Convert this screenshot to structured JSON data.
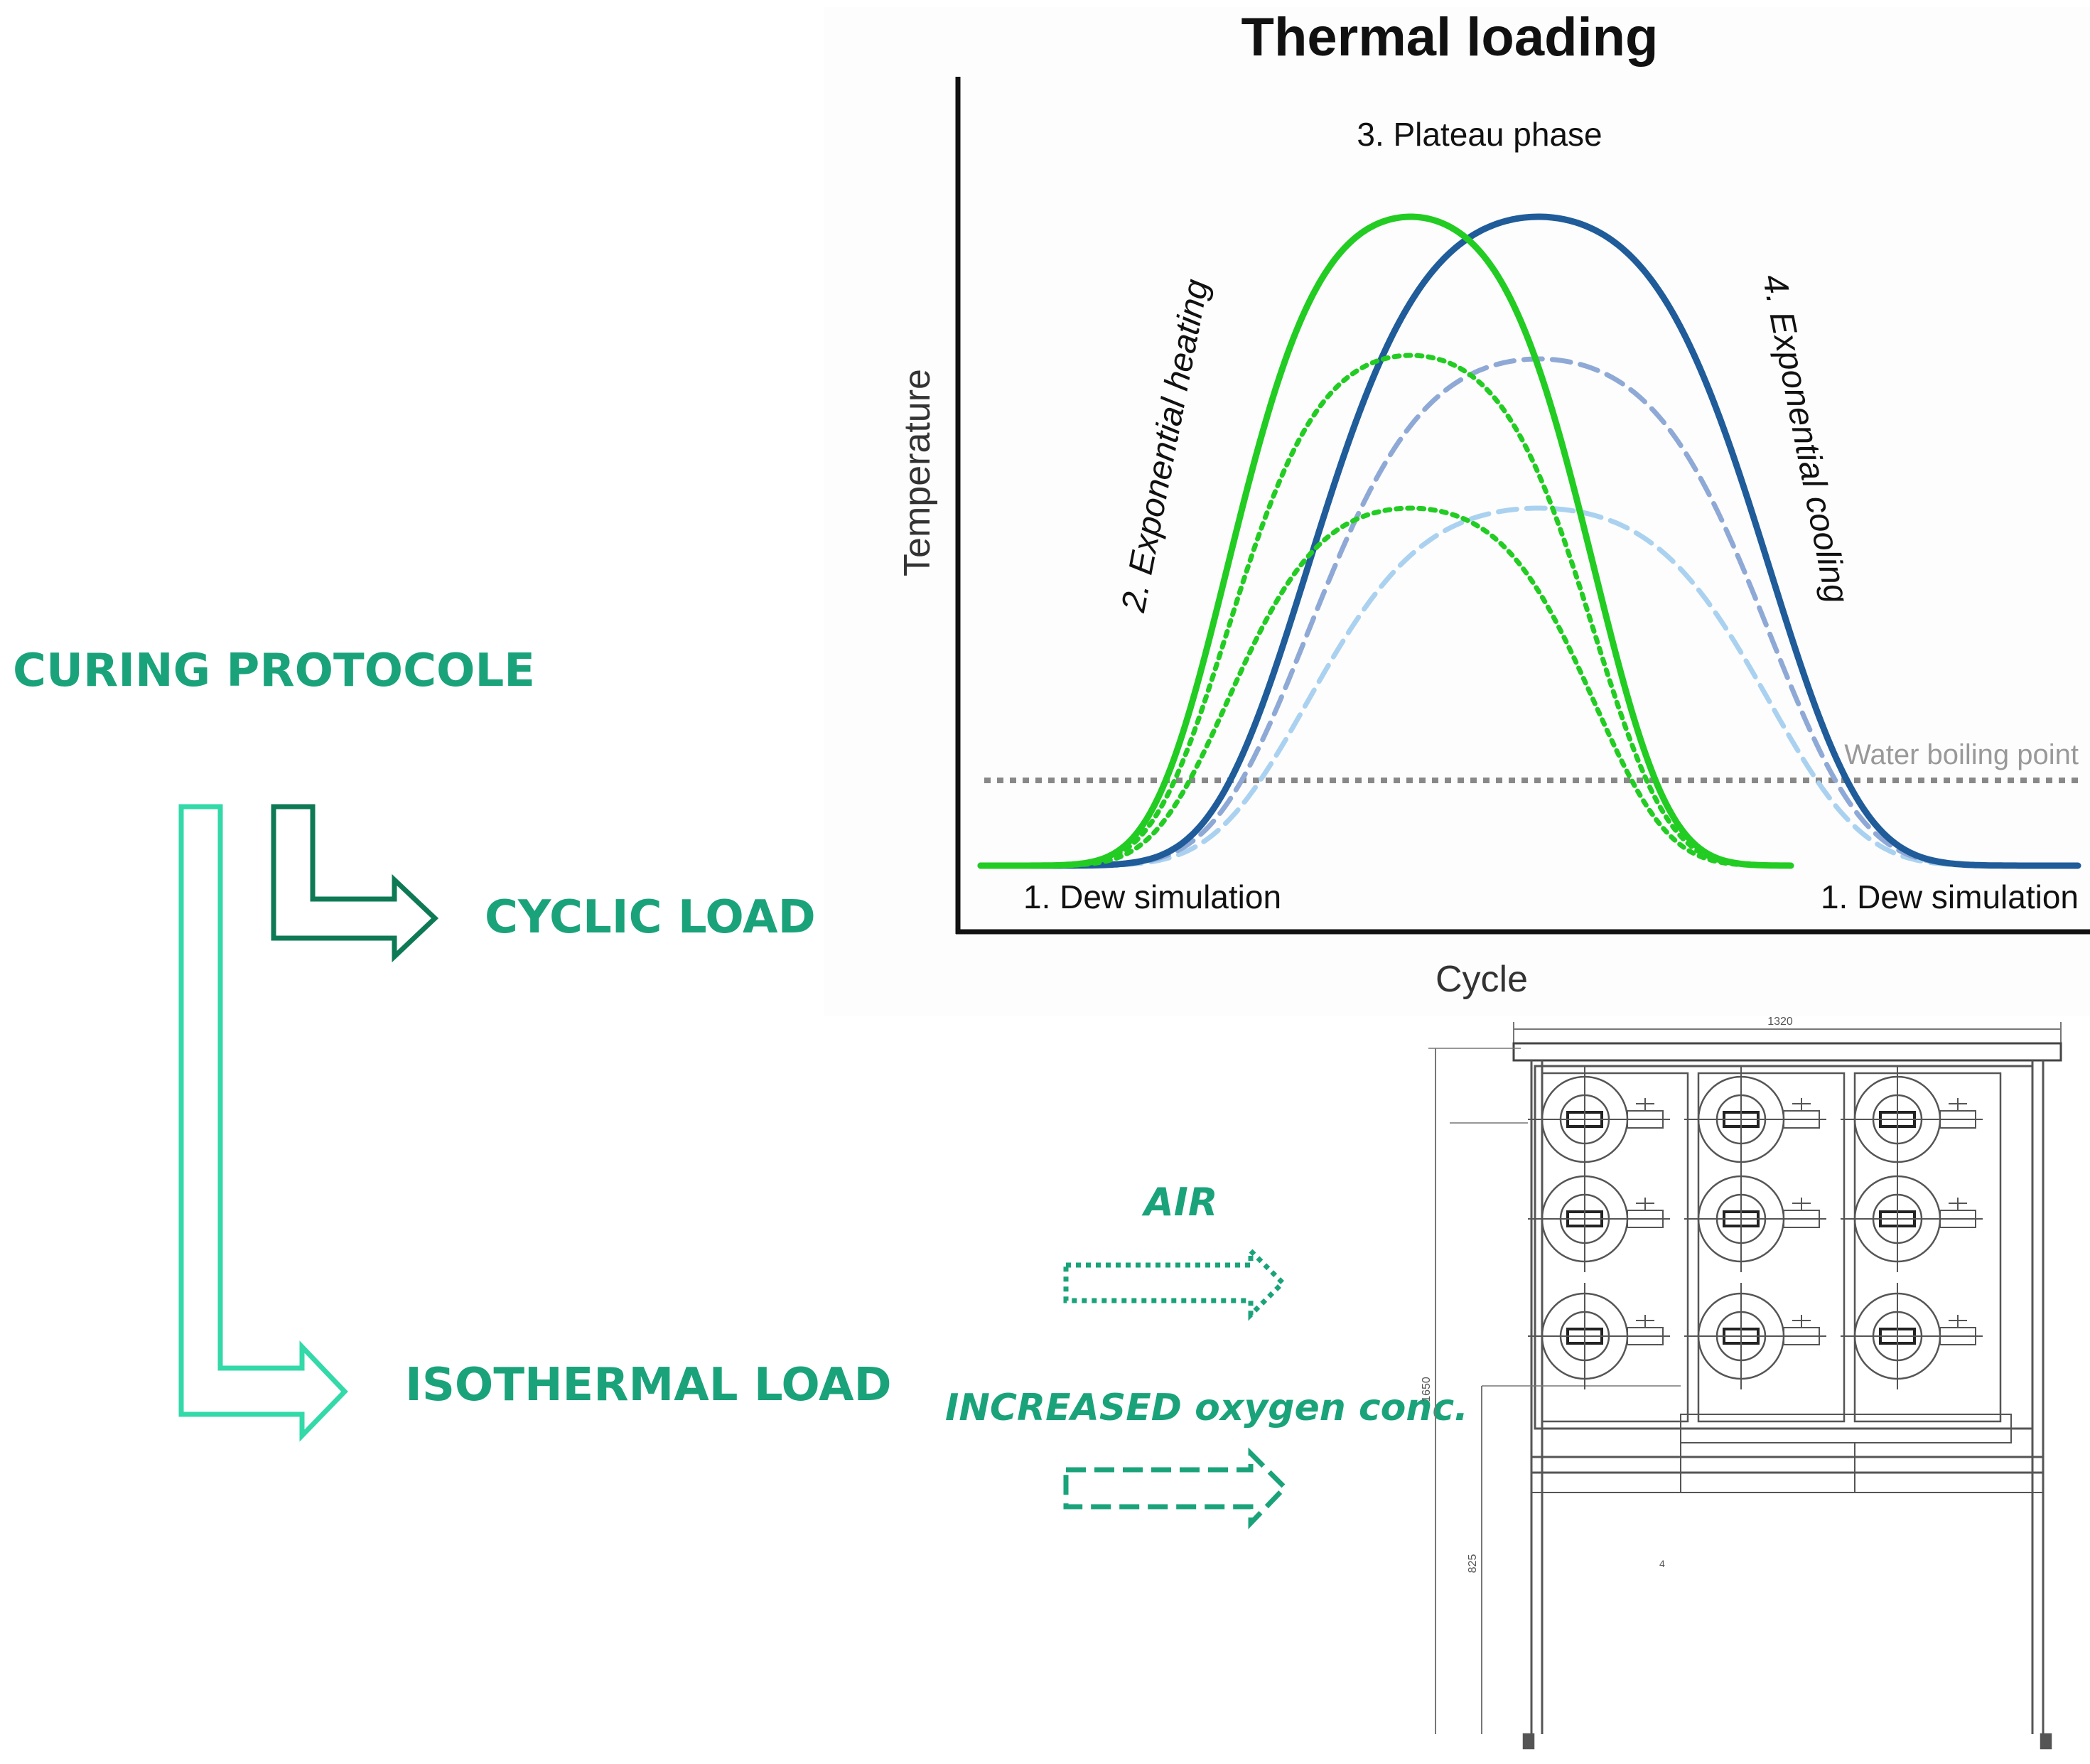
{
  "flow": {
    "curing": "CURING PROTOCOLE",
    "cyclic": "CYCLIC LOAD",
    "isothermal": "ISOTHERMAL LOAD",
    "air": "AIR",
    "oxygen": "INCREASED oxygen conc.",
    "colors": {
      "text": "#1aa37a",
      "arrow_main": "#33d9a8",
      "arrow_cyclic": "#0e7a55",
      "arrow_legend": "#1aa37a"
    }
  },
  "chart": {
    "title": "Thermal loading",
    "xlabel": "Cycle",
    "ylabel": "Temperature",
    "phases": {
      "dew_left": "1.  Dew simulation",
      "dew_right": "1.  Dew simulation",
      "heating": "2. Exponential heating",
      "plateau": "3. Plateau phase",
      "cooling": "4. Exponential cooling"
    },
    "reference_line": "Water boiling point",
    "colors": {
      "green": "#22cc22",
      "navy": "#1f5c99",
      "blue_dash": "#8fa9d6",
      "light_blue_dash": "#aad2f0",
      "ref_line": "#888888"
    }
  },
  "drawing": {
    "dim_top": "1320",
    "dim_height": "1650",
    "dim_leg": "825",
    "mark": "4",
    "cells": 9
  }
}
